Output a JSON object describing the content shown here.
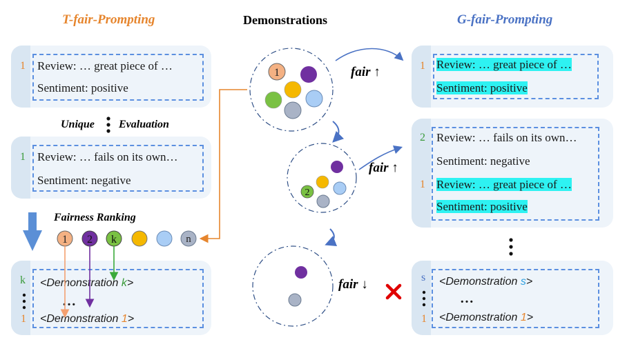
{
  "titles": {
    "t_fair": "T-fair-Prompting",
    "demonstrations": "Demonstrations",
    "g_fair": "G-fair-Prompting"
  },
  "colors": {
    "t_fair": "#e6852d",
    "g_fair": "#4a72c4",
    "highlight": "#2ef2f2",
    "dash": "#5b8fe0",
    "card_bg": "#eef4fa",
    "circle_orange": "#f4b183",
    "circle_purple": "#7030a0",
    "circle_green": "#7ac143",
    "circle_yellow": "#f5b800",
    "circle_blue": "#a9cdf5",
    "circle_gray": "#a9b3c6",
    "cross": "#e00000"
  },
  "left": {
    "card1": {
      "index": "1",
      "review": "Review: … great piece of …",
      "sentiment": "Sentiment: positive"
    },
    "unique_label": "Unique",
    "evaluation_label": "Evaluation",
    "card2": {
      "index": "1",
      "review": "Review: … fails on its own…",
      "sentiment": "Sentiment: negative"
    },
    "fairness_ranking": "Fairness Ranking",
    "ranking": [
      "1",
      "2",
      "k",
      "",
      "",
      "n"
    ],
    "card3": {
      "index_top": "k",
      "index_bottom": "1",
      "demo_prefix": "<Demonstration ",
      "demo_top_id": "k",
      "demo_bottom_id": "1",
      "demo_suffix": ">",
      "ellipsis": "…"
    }
  },
  "middle": {
    "cluster1_label": "1",
    "cluster2_label": "2",
    "fair1": "fair ↑",
    "fair2": "fair ↑",
    "fair3": "fair ↓"
  },
  "right": {
    "card1": {
      "index": "1",
      "review": "Review: … great piece of …",
      "sentiment": "Sentiment: positive"
    },
    "card2": {
      "index_a": "2",
      "review_a": "Review: … fails on its own…",
      "sentiment_a": "Sentiment: negative",
      "index_b": "1",
      "review_b": "Review: … great piece of …",
      "sentiment_b": "Sentiment: positive"
    },
    "card3": {
      "index_top": "s",
      "index_bottom": "1",
      "demo_prefix": "<Demonstration ",
      "demo_top_id": "s",
      "demo_bottom_id": "1",
      "demo_suffix": ">",
      "ellipsis": "…"
    }
  }
}
